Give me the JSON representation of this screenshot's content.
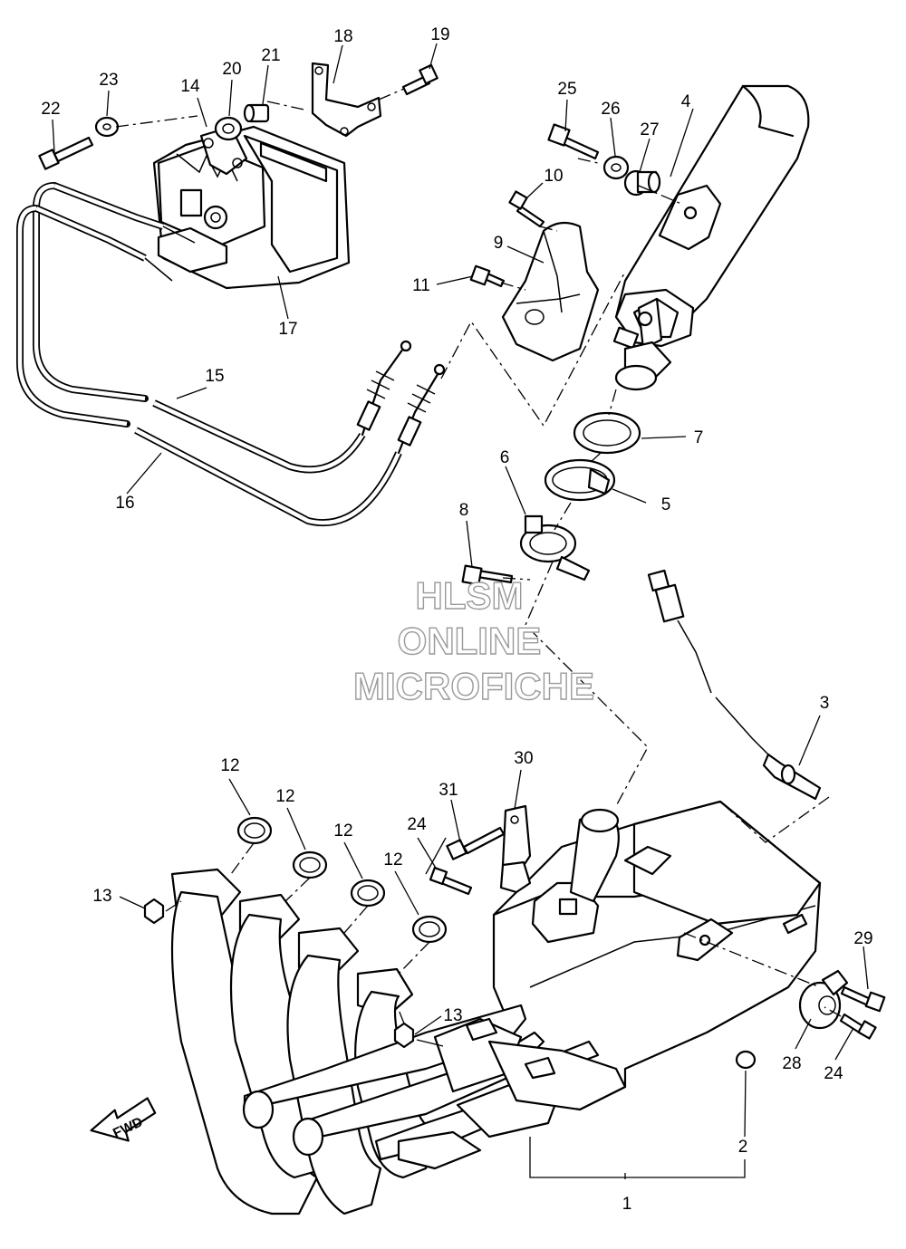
{
  "watermark": {
    "line1": "HLSM",
    "line2": "ONLINE",
    "line3": "MICROFICHE"
  },
  "fwd_label": "FWD",
  "callouts": [
    {
      "id": "c1",
      "text": "1"
    },
    {
      "id": "c2",
      "text": "2"
    },
    {
      "id": "c3",
      "text": "3"
    },
    {
      "id": "c4",
      "text": "4"
    },
    {
      "id": "c5",
      "text": "5"
    },
    {
      "id": "c6",
      "text": "6"
    },
    {
      "id": "c7",
      "text": "7"
    },
    {
      "id": "c8",
      "text": "8"
    },
    {
      "id": "c9",
      "text": "9"
    },
    {
      "id": "c10",
      "text": "10"
    },
    {
      "id": "c11",
      "text": "11"
    },
    {
      "id": "c12a",
      "text": "12"
    },
    {
      "id": "c12b",
      "text": "12"
    },
    {
      "id": "c12c",
      "text": "12"
    },
    {
      "id": "c12d",
      "text": "12"
    },
    {
      "id": "c13a",
      "text": "13"
    },
    {
      "id": "c13b",
      "text": "13"
    },
    {
      "id": "c14",
      "text": "14"
    },
    {
      "id": "c15",
      "text": "15"
    },
    {
      "id": "c16",
      "text": "16"
    },
    {
      "id": "c17",
      "text": "17"
    },
    {
      "id": "c18",
      "text": "18"
    },
    {
      "id": "c19",
      "text": "19"
    },
    {
      "id": "c20",
      "text": "20"
    },
    {
      "id": "c21",
      "text": "21"
    },
    {
      "id": "c22",
      "text": "22"
    },
    {
      "id": "c23",
      "text": "23"
    },
    {
      "id": "c24a",
      "text": "24"
    },
    {
      "id": "c24b",
      "text": "24"
    },
    {
      "id": "c25",
      "text": "25"
    },
    {
      "id": "c26",
      "text": "26"
    },
    {
      "id": "c27",
      "text": "27"
    },
    {
      "id": "c28",
      "text": "28"
    },
    {
      "id": "c29",
      "text": "29"
    },
    {
      "id": "c30",
      "text": "30"
    },
    {
      "id": "c31",
      "text": "31"
    }
  ]
}
